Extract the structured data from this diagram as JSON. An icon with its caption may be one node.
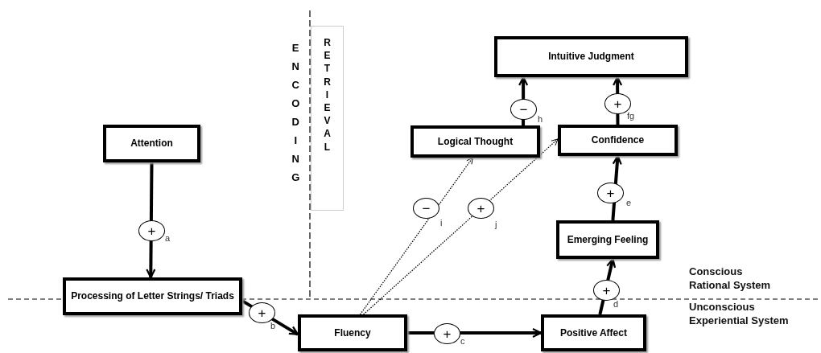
{
  "diagram": {
    "nodes": [
      {
        "text": [
          "Attention"
        ]
      },
      {
        "text": [
          "Processing of Letter Strings/ Triads"
        ]
      },
      {
        "text": [
          "Fluency"
        ]
      },
      {
        "text": [
          "Positive Affect"
        ]
      },
      {
        "text": [
          "Emerging Feeling"
        ]
      },
      {
        "text": [
          "Confidence"
        ]
      },
      {
        "text": [
          "Logical Thought"
        ]
      },
      {
        "text": [
          "Intuitive Judgment"
        ]
      },
      {
        "text": [
          "RETRIEVAL"
        ]
      }
    ],
    "edges": [
      {
        "from": 0,
        "to": 1,
        "arrow": "to",
        "label": "+"
      },
      {
        "from": 1,
        "to": 2,
        "arrow": "to",
        "label": "+"
      },
      {
        "from": 2,
        "to": 3,
        "arrow": "to",
        "label": "+"
      },
      {
        "from": 3,
        "to": 4,
        "arrow": "to",
        "label": "+"
      },
      {
        "from": 4,
        "to": 5,
        "arrow": "to",
        "label": "+"
      },
      {
        "from": 5,
        "to": 7,
        "arrow": "to",
        "label": "+"
      },
      {
        "from": 6,
        "to": 7,
        "arrow": "to",
        "label": "−"
      },
      {
        "from": 2,
        "to": 6,
        "arrow": "to",
        "label": "−",
        "style": "dashed"
      },
      {
        "from": 2,
        "to": 5,
        "arrow": "to",
        "label": "+",
        "style": "dashed"
      }
    ],
    "labels": [
      "ENCODING",
      "a",
      "b",
      "c",
      "d",
      "e",
      "fg",
      "h",
      "i",
      "j",
      "Conscious Rational System",
      "Unconscious Experiential System"
    ]
  }
}
